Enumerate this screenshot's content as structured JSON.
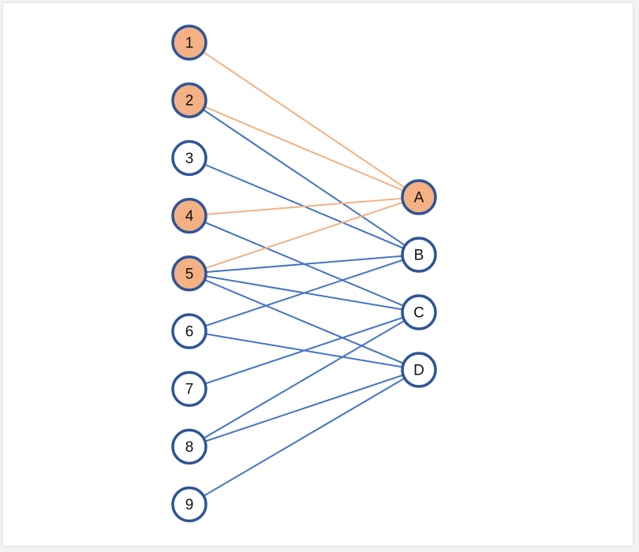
{
  "colors": {
    "highlight_fill": "#f4b183",
    "node_fill": "#ffffff",
    "node_stroke": "#2f5597",
    "edge_blue": "#4472c4",
    "edge_orange": "#f4b183"
  },
  "diagram": {
    "left_nodes": [
      {
        "id": "1",
        "label": "1",
        "highlighted": true
      },
      {
        "id": "2",
        "label": "2",
        "highlighted": true
      },
      {
        "id": "3",
        "label": "3",
        "highlighted": false
      },
      {
        "id": "4",
        "label": "4",
        "highlighted": true
      },
      {
        "id": "5",
        "label": "5",
        "highlighted": true
      },
      {
        "id": "6",
        "label": "6",
        "highlighted": false
      },
      {
        "id": "7",
        "label": "7",
        "highlighted": false
      },
      {
        "id": "8",
        "label": "8",
        "highlighted": false
      },
      {
        "id": "9",
        "label": "9",
        "highlighted": false
      }
    ],
    "right_nodes": [
      {
        "id": "A",
        "label": "A",
        "highlighted": true
      },
      {
        "id": "B",
        "label": "B",
        "highlighted": false
      },
      {
        "id": "C",
        "label": "C",
        "highlighted": false
      },
      {
        "id": "D",
        "label": "D",
        "highlighted": false
      }
    ],
    "edges": [
      {
        "from": "1",
        "to": "A",
        "color": "orange"
      },
      {
        "from": "2",
        "to": "A",
        "color": "orange"
      },
      {
        "from": "2",
        "to": "B",
        "color": "blue"
      },
      {
        "from": "3",
        "to": "B",
        "color": "blue"
      },
      {
        "from": "4",
        "to": "A",
        "color": "orange"
      },
      {
        "from": "4",
        "to": "C",
        "color": "blue"
      },
      {
        "from": "5",
        "to": "A",
        "color": "orange"
      },
      {
        "from": "5",
        "to": "B",
        "color": "blue"
      },
      {
        "from": "5",
        "to": "C",
        "color": "blue"
      },
      {
        "from": "5",
        "to": "D",
        "color": "blue"
      },
      {
        "from": "6",
        "to": "B",
        "color": "blue"
      },
      {
        "from": "6",
        "to": "D",
        "color": "blue"
      },
      {
        "from": "7",
        "to": "C",
        "color": "blue"
      },
      {
        "from": "8",
        "to": "C",
        "color": "blue"
      },
      {
        "from": "8",
        "to": "D",
        "color": "blue"
      },
      {
        "from": "9",
        "to": "D",
        "color": "blue"
      }
    ]
  }
}
